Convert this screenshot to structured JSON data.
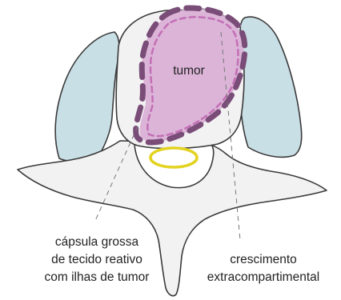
{
  "labels": {
    "tumor": "tumor",
    "capsule_line1": "cápsula grossa",
    "capsule_line2": "de tecido reativo",
    "capsule_line3": "com ilhas de tumor",
    "growth_line1": "crescimento",
    "growth_line2": "extracompartimental"
  },
  "colors": {
    "bone_fill": "#f2f2f2",
    "bone_stroke": "#3a3a3a",
    "wing_fill": "#c9dfe6",
    "tumor_fill": "#dbb4d8",
    "tumor_inner_dash": "#c46fb5",
    "tumor_outer_dash": "#7a4d78",
    "canal_ring": "#e3d320",
    "leader_line": "#777777"
  }
}
